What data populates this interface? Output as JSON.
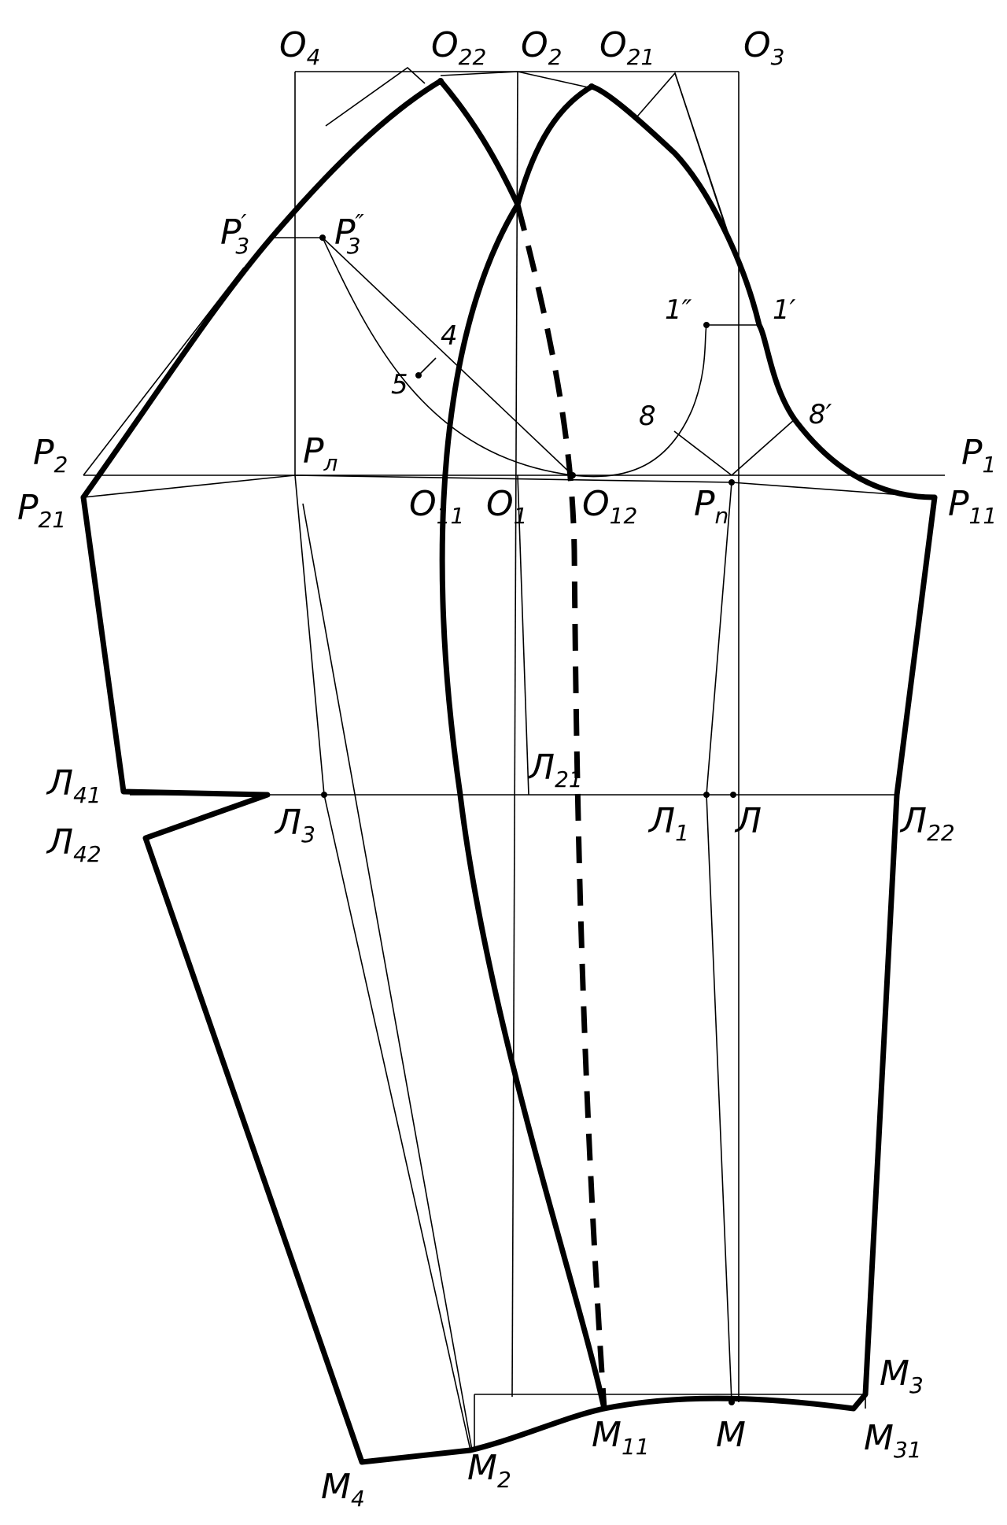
{
  "labels": {
    "O4": {
      "main": "O",
      "sub": "4"
    },
    "O22": {
      "main": "O",
      "sub": "22"
    },
    "O2": {
      "main": "O",
      "sub": "2"
    },
    "O21": {
      "main": "O",
      "sub": "21"
    },
    "O3": {
      "main": "O",
      "sub": "3"
    },
    "P3p": {
      "main": "P",
      "sub": "3",
      "sup": "′"
    },
    "P3pp": {
      "main": "P",
      "sub": "3",
      "sup": "″"
    },
    "pt4": {
      "main": "4"
    },
    "pt5": {
      "main": "5"
    },
    "pt1pp": {
      "main": "1″"
    },
    "pt1p": {
      "main": "1′"
    },
    "pt8": {
      "main": "8"
    },
    "pt8p": {
      "main": "8′"
    },
    "P2": {
      "main": "P",
      "sub": "2"
    },
    "P21": {
      "main": "P",
      "sub": "21"
    },
    "Pl": {
      "main": "P",
      "sub": "л"
    },
    "O11": {
      "main": "O",
      "sub": "11"
    },
    "O1": {
      "main": "O",
      "sub": "1"
    },
    "O12": {
      "main": "O",
      "sub": "12"
    },
    "Pn": {
      "main": "P",
      "sub": "n"
    },
    "P1": {
      "main": "P",
      "sub": "1"
    },
    "P11": {
      "main": "P",
      "sub": "11"
    },
    "L41": {
      "main": "Л",
      "sub": "41"
    },
    "L42": {
      "main": "Л",
      "sub": "42"
    },
    "L21": {
      "main": "Л",
      "sub": "21"
    },
    "L3": {
      "main": "Л",
      "sub": "3"
    },
    "L1": {
      "main": "Л",
      "sub": "1"
    },
    "L": {
      "main": "Л"
    },
    "L22": {
      "main": "Л",
      "sub": "22"
    },
    "M3": {
      "main": "M",
      "sub": "3"
    },
    "M31": {
      "main": "M",
      "sub": "31"
    },
    "M4": {
      "main": "M",
      "sub": "4"
    },
    "M2": {
      "main": "M",
      "sub": "2"
    },
    "M11": {
      "main": "M",
      "sub": "11"
    },
    "M": {
      "main": "M"
    }
  }
}
